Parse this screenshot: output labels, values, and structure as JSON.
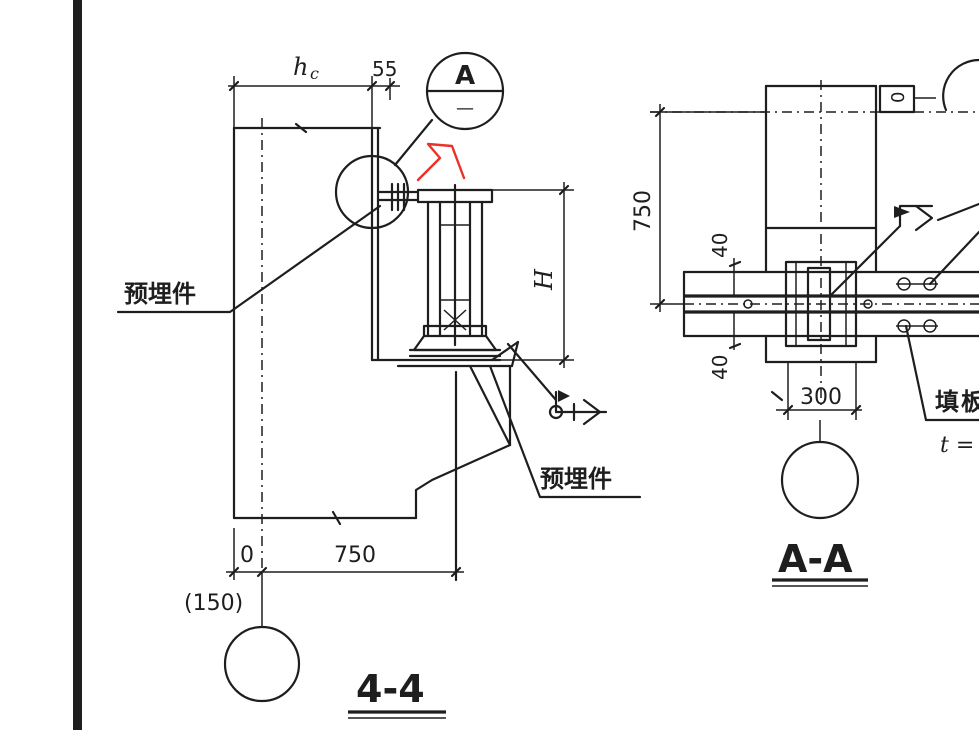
{
  "section_4_4": {
    "title": "4-4",
    "dim_hc": "h",
    "dim_hc_sub": "c",
    "dim_55": "55",
    "dim_H": "H",
    "dim_0": "0",
    "dim_750": "750",
    "dim_150": "(150)",
    "label_embedded_upper": "预埋件",
    "label_embedded_lower": "预埋件",
    "detail_letter": "A",
    "detail_ref": "—"
  },
  "section_A_A": {
    "title": "A-A",
    "dim_750": "750",
    "dim_40_top": "40",
    "dim_40_bottom": "40",
    "dim_300": "300",
    "dim_0": "0",
    "label_fill": "填",
    "label_fill_cut": "板",
    "label_t": "t ="
  },
  "colors": {
    "line": "#1e1e1e",
    "markup": "#e8322a",
    "background": "#ffffff"
  }
}
